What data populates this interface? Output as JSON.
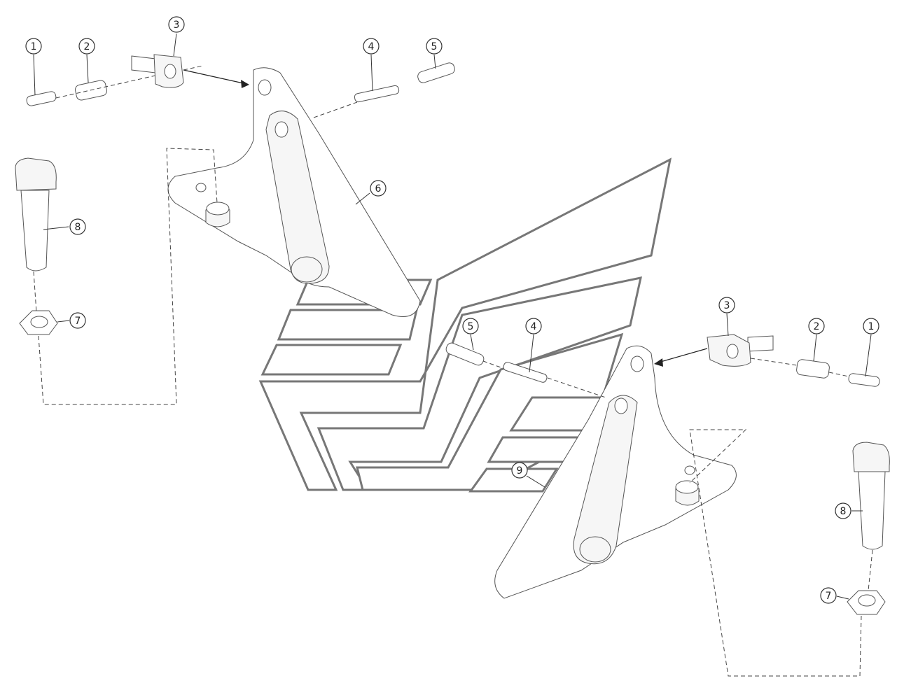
{
  "diagram": {
    "callouts": [
      {
        "id": "c1-left",
        "label": "1"
      },
      {
        "id": "c2-left",
        "label": "2"
      },
      {
        "id": "c3-left",
        "label": "3"
      },
      {
        "id": "c4-left",
        "label": "4"
      },
      {
        "id": "c5-left",
        "label": "5"
      },
      {
        "id": "c6",
        "label": "6"
      },
      {
        "id": "c8-left",
        "label": "8"
      },
      {
        "id": "c7-left",
        "label": "7"
      },
      {
        "id": "c3-right",
        "label": "3"
      },
      {
        "id": "c2-right",
        "label": "2"
      },
      {
        "id": "c1-right",
        "label": "1"
      },
      {
        "id": "c5-right",
        "label": "5"
      },
      {
        "id": "c4-right",
        "label": "4"
      },
      {
        "id": "c9",
        "label": "9"
      },
      {
        "id": "c8-right",
        "label": "8"
      },
      {
        "id": "c7-right",
        "label": "7"
      }
    ],
    "colors": {
      "line": "#555555",
      "logo": "#777777",
      "background": "#ffffff"
    }
  }
}
